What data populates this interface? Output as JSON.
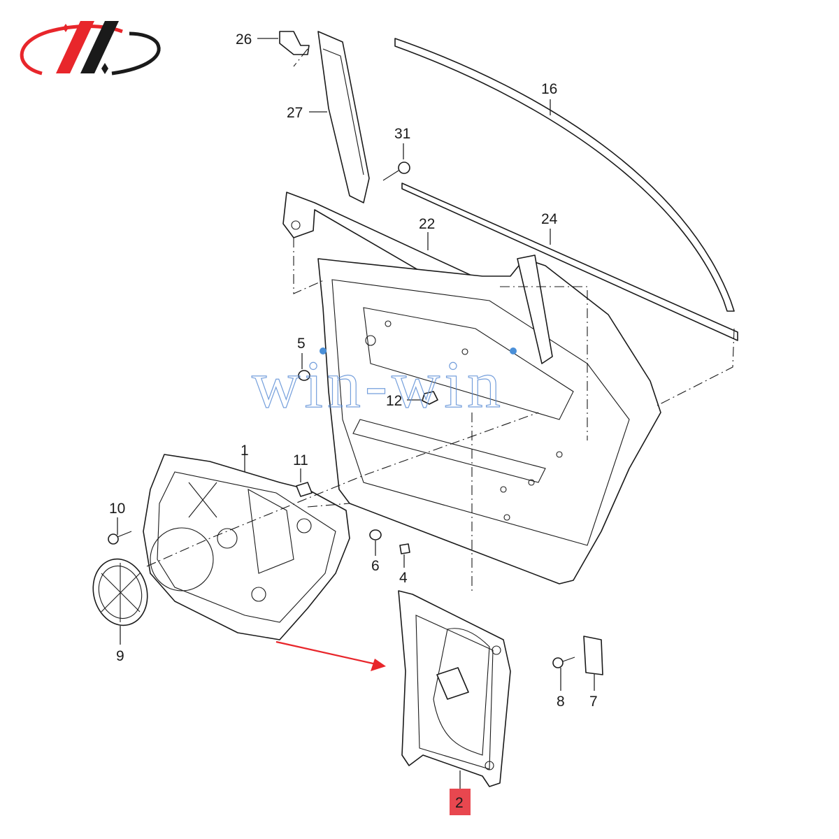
{
  "logo": {
    "name": "brand-logo",
    "colors": {
      "red": "#e8262b",
      "black": "#1a1a1a"
    }
  },
  "watermark": {
    "text": "win-win",
    "color": "#5d8fd6"
  },
  "highlight": {
    "label": "2",
    "color": "#e8474f"
  },
  "arrow_color": "#e8262b",
  "parts": {
    "p1": "1",
    "p4": "4",
    "p5": "5",
    "p6": "6",
    "p7": "7",
    "p8": "8",
    "p9": "9",
    "p10": "10",
    "p11": "11",
    "p12": "12",
    "p16": "16",
    "p22": "22",
    "p24": "24",
    "p26": "26",
    "p27": "27",
    "p31": "31"
  }
}
